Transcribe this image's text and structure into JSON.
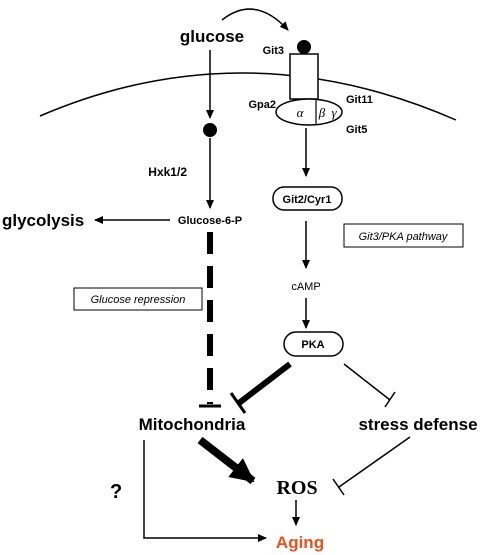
{
  "labels": {
    "glucose": "glucose",
    "git3": "Git3",
    "gpa2": "Gpa2",
    "git11": "Git11",
    "git5": "Git5",
    "alpha": "α",
    "beta": "β",
    "gamma": "γ",
    "hxk": "Hxk1/2",
    "glycolysis": "glycolysis",
    "glucose6p": "Glucose-6-P",
    "git2cyr1": "Git2/Cyr1",
    "git3pka_pathway": "Git3/PKA pathway",
    "glucose_repression": "Glucose repression",
    "camp": "cAMP",
    "pka": "PKA",
    "mitochondria": "Mitochondria",
    "stress_defense": "stress defense",
    "ros": "ROS",
    "question": "?",
    "aging": "Aging"
  },
  "colors": {
    "aging": "#e8501e",
    "ink": "#000000"
  }
}
